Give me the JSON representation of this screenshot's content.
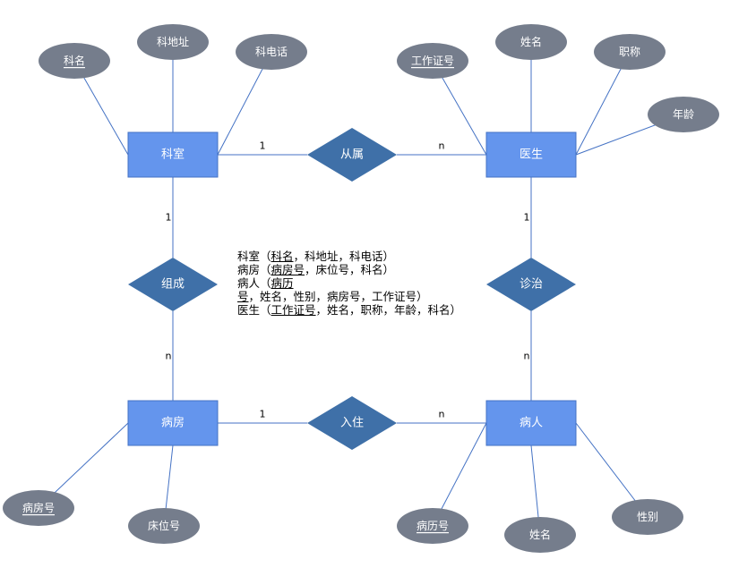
{
  "colors": {
    "entity_fill": "#6495ED",
    "relationship_fill": "#3F70A8",
    "attribute_fill": "#757D8C",
    "line": "#4472C4"
  },
  "entities": {
    "keshi": "科室",
    "yisheng": "医生",
    "bingfang": "病房",
    "bingren": "病人"
  },
  "relationships": {
    "congshu": "从属",
    "zucheng": "组成",
    "ruzhu": "入住",
    "zhenzhi": "诊治"
  },
  "attributes": {
    "keming": "科名",
    "kedizhi": "科地址",
    "kedianhua": "科电话",
    "gongzuozhenghao": "工作证号",
    "ys_xingming": "姓名",
    "zhicheng": "职称",
    "nianling": "年龄",
    "bingfanghao": "病房号",
    "chuangweihao": "床位号",
    "binglihao": "病历号",
    "br_xingming": "姓名",
    "xingbie": "性别"
  },
  "cardinalities": {
    "congshu_left": "1",
    "congshu_right": "n",
    "zucheng_top": "1",
    "zucheng_bottom": "n",
    "ruzhu_left": "1",
    "ruzhu_right": "n",
    "zhenzhi_top": "1",
    "zhenzhi_bottom": "n"
  },
  "schema": [
    {
      "name": "科室",
      "open": "（",
      "key": "科名",
      "rest": "，科地址，科电话）"
    },
    {
      "name": "病房",
      "open": "（",
      "key": "病房号",
      "rest": "，床位号，科名）"
    },
    {
      "name": "病人",
      "open": "（",
      "key": "病历号",
      "rest": "，姓名，性别，病房号，工作证号）"
    },
    {
      "name": "医生",
      "open": "（",
      "key": "工作证号",
      "rest": "，姓名，职称，年龄，科名）"
    }
  ]
}
